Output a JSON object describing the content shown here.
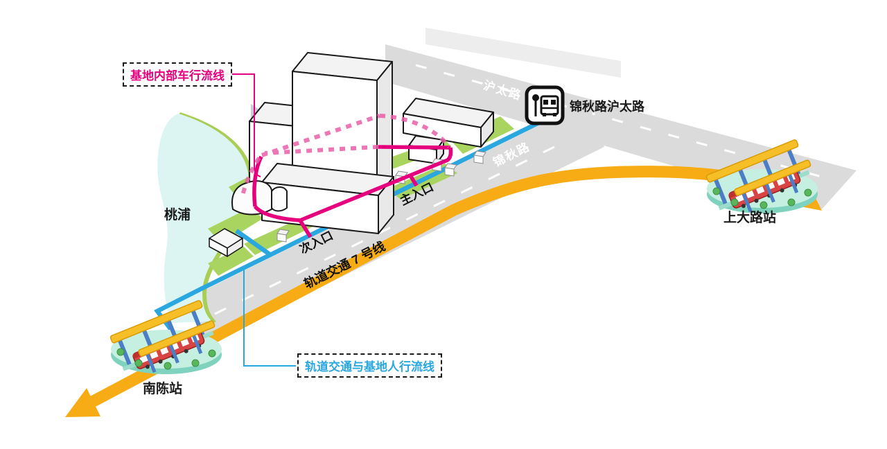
{
  "legend": {
    "vehicle_flow": "基地内部车行流线",
    "pedestrian_flow": "轨道交通与基地人行流线"
  },
  "roads": {
    "hutai_road": "沪太路",
    "jinqiu_road": "锦秋路"
  },
  "metro_line": {
    "name": "轨道交通 7 号线"
  },
  "stations": {
    "nanchen": "南陈站",
    "shangda_road": "上大路站"
  },
  "bus_stop": {
    "name": "锦秋路沪太路"
  },
  "site": {
    "water": "桃浦",
    "main_entrance": "主入口",
    "secondary_entrance": "次入口"
  },
  "colors": {
    "vehicle_flow": "#E5007E",
    "pedestrian_flow": "#2BA7E0",
    "metro_line": "#F7AC15",
    "road": "#DBDBDB",
    "lawn": "#A9D45F",
    "water": "#DCF5F2",
    "station_base": "#C5EFE1"
  }
}
